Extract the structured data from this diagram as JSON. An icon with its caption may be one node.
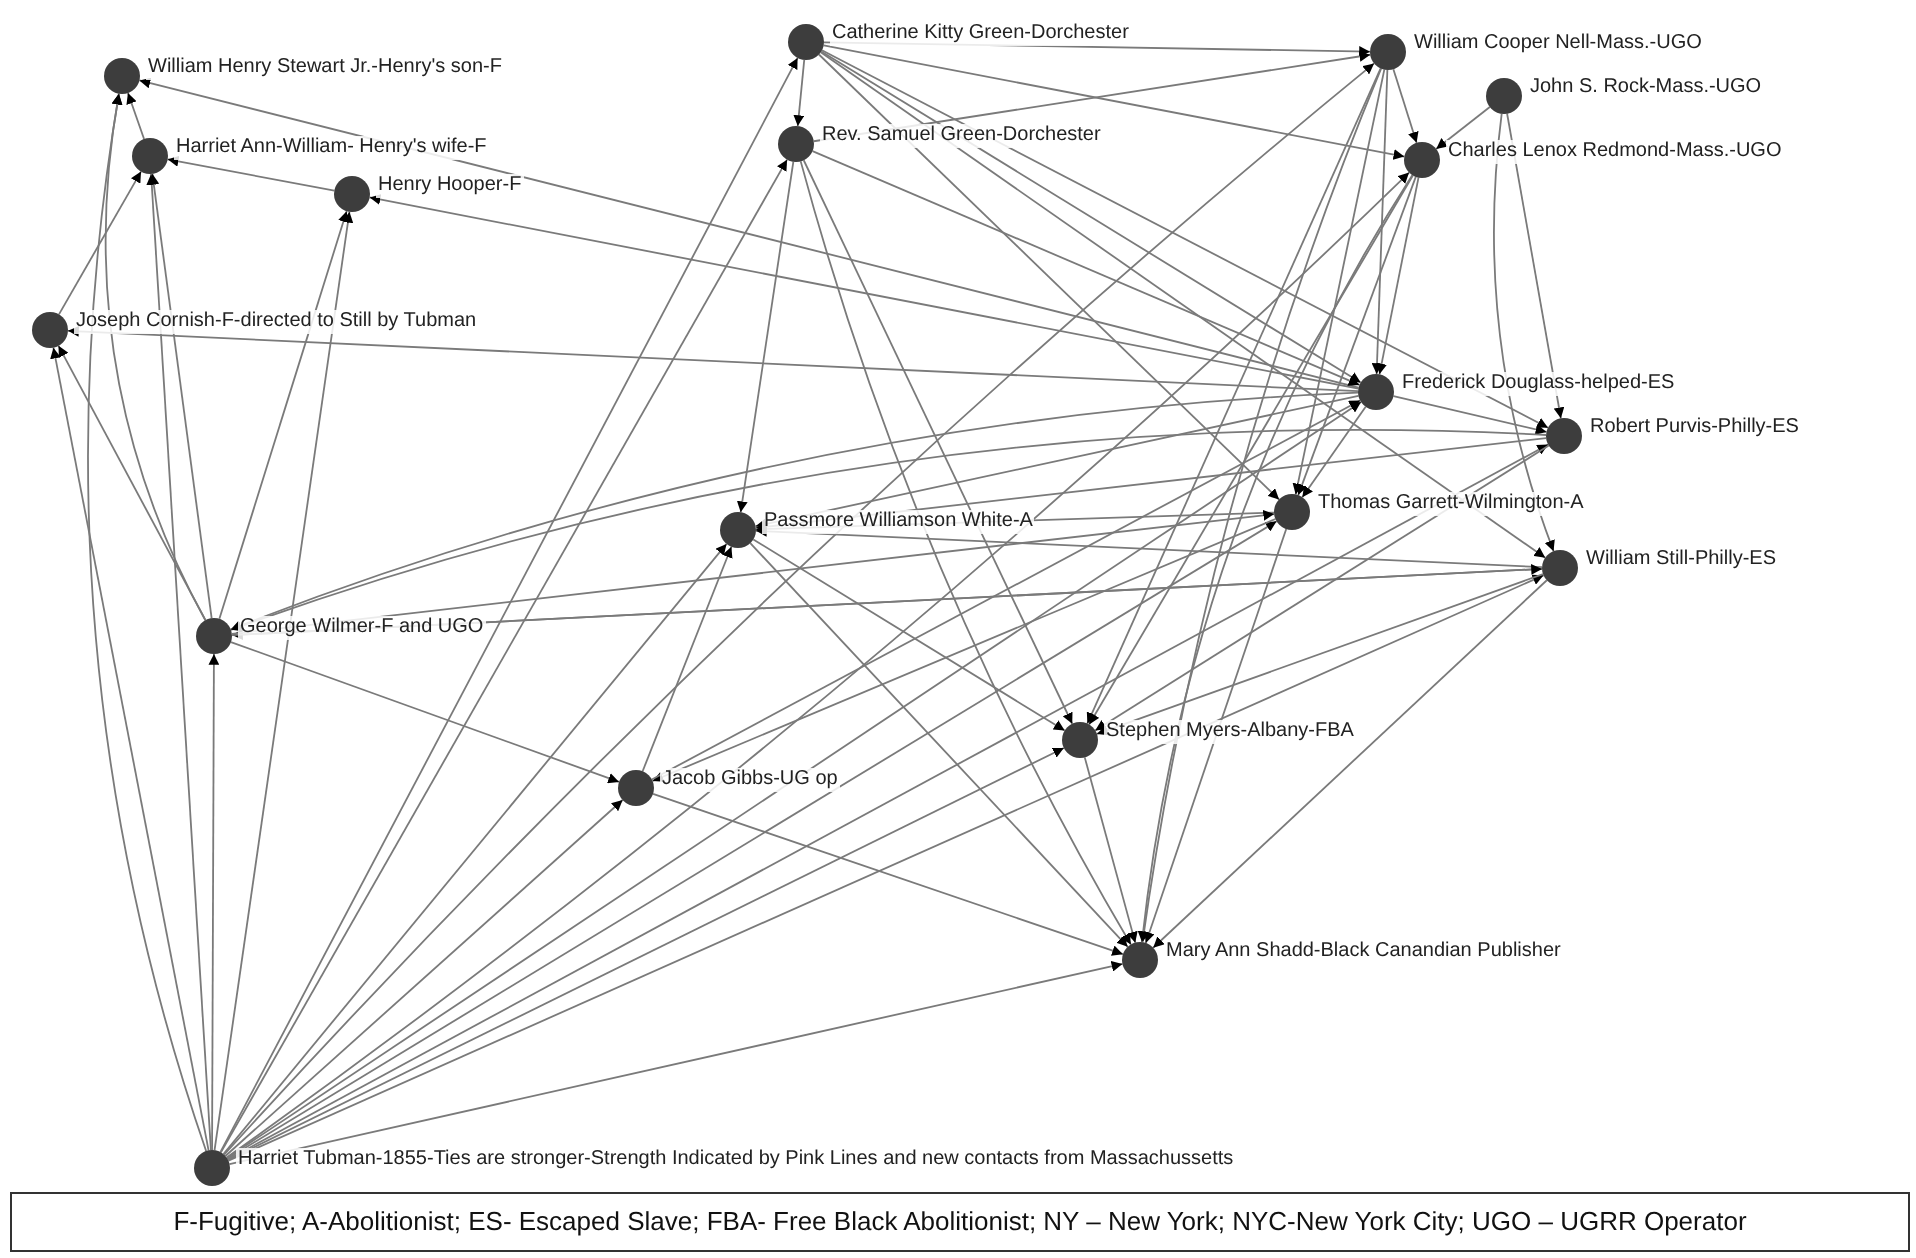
{
  "diagram": {
    "nodes": [
      {
        "text": [],
        "shape": "circle",
        "beside": [
          "William Henry Stewart Jr.-Henry's son-F"
        ]
      },
      {
        "text": [],
        "shape": "circle",
        "beside": [
          "Harriet Ann-William- Henry's wife-F"
        ]
      },
      {
        "text": [],
        "shape": "circle",
        "beside": [
          "Henry Hooper-F"
        ]
      },
      {
        "text": [],
        "shape": "circle",
        "beside": [
          "Joseph Cornish-F-directed to Still by Tubman"
        ]
      },
      {
        "text": [],
        "shape": "circle",
        "beside": [
          "Catherine Kitty Green-Dorchester"
        ]
      },
      {
        "text": [],
        "shape": "circle",
        "beside": [
          "Rev. Samuel Green-Dorchester"
        ]
      },
      {
        "text": [],
        "shape": "circle",
        "beside": [
          "William  Cooper Nell-Mass.-UGO"
        ]
      },
      {
        "text": [],
        "shape": "circle",
        "beside": [
          "John S. Rock-Mass.-UGO"
        ]
      },
      {
        "text": [],
        "shape": "circle",
        "beside": [
          "Charles Lenox Redmond-Mass.-UGO"
        ]
      },
      {
        "text": [],
        "shape": "circle",
        "beside": [
          "Frederick Douglass-helped-ES"
        ]
      },
      {
        "text": [],
        "shape": "circle",
        "beside": [
          "Robert Purvis-Philly-ES"
        ]
      },
      {
        "text": [],
        "shape": "circle",
        "beside": [
          "Passmore Williamson White-A"
        ]
      },
      {
        "text": [],
        "shape": "circle",
        "beside": [
          "Thomas Garrett-Wilmington-A"
        ]
      },
      {
        "text": [],
        "shape": "circle",
        "beside": [
          "William Still-Philly-ES"
        ]
      },
      {
        "text": [],
        "shape": "circle",
        "beside": [
          "George Wilmer-F and UGO"
        ]
      },
      {
        "text": [],
        "shape": "circle",
        "beside": [
          "Stephen Myers-Albany-FBA"
        ]
      },
      {
        "text": [],
        "shape": "circle",
        "beside": [
          "Jacob Gibbs-UG op"
        ]
      },
      {
        "text": [],
        "shape": "circle",
        "beside": [
          "Mary Ann Shadd-Black Canandian Publisher"
        ]
      },
      {
        "text": [],
        "shape": "circle",
        "beside": [
          "Harriet Tubman-1855-Ties are stronger-Strength Indicated by Pink Lines and new contacts from Massachussetts"
        ]
      }
    ],
    "edges": [
      {
        "from": 18,
        "to": 0,
        "arrow": "to"
      },
      {
        "from": 18,
        "to": 1,
        "arrow": "to"
      },
      {
        "from": 18,
        "to": 2,
        "arrow": "to"
      },
      {
        "from": 18,
        "to": 3,
        "arrow": "to"
      },
      {
        "from": 18,
        "to": 14,
        "arrow": "to"
      },
      {
        "from": 18,
        "to": 16,
        "arrow": "to"
      },
      {
        "from": 18,
        "to": 17,
        "arrow": "to"
      },
      {
        "from": 18,
        "to": 11,
        "arrow": "to"
      },
      {
        "from": 18,
        "to": 4,
        "arrow": "to"
      },
      {
        "from": 18,
        "to": 5,
        "arrow": "to"
      },
      {
        "from": 18,
        "to": 9,
        "arrow": "to"
      },
      {
        "from": 18,
        "to": 12,
        "arrow": "to"
      },
      {
        "from": 18,
        "to": 15,
        "arrow": "to"
      },
      {
        "from": 18,
        "to": 6,
        "arrow": "to"
      },
      {
        "from": 18,
        "to": 8,
        "arrow": "to"
      },
      {
        "from": 18,
        "to": 13,
        "arrow": "to"
      },
      {
        "from": 18,
        "to": 10,
        "arrow": "to"
      },
      {
        "from": 2,
        "to": 1,
        "arrow": "to"
      },
      {
        "from": 1,
        "to": 0,
        "arrow": "to"
      },
      {
        "from": 9,
        "to": 2,
        "arrow": "to"
      },
      {
        "from": 9,
        "to": 0,
        "arrow": "to"
      },
      {
        "from": 9,
        "to": 3,
        "arrow": "to"
      },
      {
        "from": 4,
        "to": 5,
        "arrow": "to"
      },
      {
        "from": 6,
        "to": 8,
        "arrow": "to"
      },
      {
        "from": 7,
        "to": 8,
        "arrow": "to"
      },
      {
        "from": 14,
        "to": 16,
        "arrow": "to"
      },
      {
        "from": 16,
        "to": 17,
        "arrow": "to"
      },
      {
        "from": 14,
        "to": 0,
        "arrow": "to"
      },
      {
        "from": 14,
        "to": 1,
        "arrow": "to"
      },
      {
        "from": 14,
        "to": 3,
        "arrow": "to"
      },
      {
        "from": 14,
        "to": 2,
        "arrow": "to"
      },
      {
        "from": 3,
        "to": 1,
        "arrow": "to"
      },
      {
        "from": 4,
        "to": 6,
        "arrow": "to"
      },
      {
        "from": 4,
        "to": 8,
        "arrow": "to"
      },
      {
        "from": 4,
        "to": 9,
        "arrow": "to"
      },
      {
        "from": 4,
        "to": 12,
        "arrow": "to"
      },
      {
        "from": 4,
        "to": 13,
        "arrow": "to"
      },
      {
        "from": 4,
        "to": 10,
        "arrow": "to"
      },
      {
        "from": 5,
        "to": 6,
        "arrow": "to"
      },
      {
        "from": 5,
        "to": 9,
        "arrow": "to"
      },
      {
        "from": 5,
        "to": 11,
        "arrow": "to"
      },
      {
        "from": 5,
        "to": 15,
        "arrow": "to"
      },
      {
        "from": 5,
        "to": 17,
        "arrow": "to"
      },
      {
        "from": 6,
        "to": 9,
        "arrow": "to"
      },
      {
        "from": 6,
        "to": 12,
        "arrow": "to"
      },
      {
        "from": 6,
        "to": 15,
        "arrow": "to"
      },
      {
        "from": 6,
        "to": 17,
        "arrow": "to"
      },
      {
        "from": 8,
        "to": 9,
        "arrow": "to"
      },
      {
        "from": 8,
        "to": 12,
        "arrow": "to"
      },
      {
        "from": 8,
        "to": 15,
        "arrow": "to"
      },
      {
        "from": 8,
        "to": 17,
        "arrow": "to"
      },
      {
        "from": 7,
        "to": 10,
        "arrow": "to"
      },
      {
        "from": 7,
        "to": 13,
        "arrow": "to"
      },
      {
        "from": 9,
        "to": 10,
        "arrow": "to"
      },
      {
        "from": 9,
        "to": 12,
        "arrow": "to"
      },
      {
        "from": 9,
        "to": 11,
        "arrow": "to"
      },
      {
        "from": 9,
        "to": 14,
        "arrow": "to"
      },
      {
        "from": 10,
        "to": 11,
        "arrow": "to"
      },
      {
        "from": 10,
        "to": 14,
        "arrow": "to"
      },
      {
        "from": 10,
        "to": 15,
        "arrow": "to"
      },
      {
        "from": 12,
        "to": 11,
        "arrow": "to"
      },
      {
        "from": 12,
        "to": 16,
        "arrow": "to"
      },
      {
        "from": 13,
        "to": 11,
        "arrow": "to"
      },
      {
        "from": 13,
        "to": 14,
        "arrow": "to"
      },
      {
        "from": 13,
        "to": 15,
        "arrow": "to"
      },
      {
        "from": 11,
        "to": 15,
        "arrow": "to"
      },
      {
        "from": 11,
        "to": 17,
        "arrow": "to"
      },
      {
        "from": 15,
        "to": 17,
        "arrow": "to"
      },
      {
        "from": 16,
        "to": 11,
        "arrow": "to"
      },
      {
        "from": 16,
        "to": 9,
        "arrow": "to"
      },
      {
        "from": 14,
        "to": 12,
        "arrow": "to"
      },
      {
        "from": 14,
        "to": 13,
        "arrow": "to"
      },
      {
        "from": 12,
        "to": 17,
        "arrow": "to"
      },
      {
        "from": 13,
        "to": 17,
        "arrow": "to"
      }
    ],
    "labels": [
      "F-Fugitive; A-Abolitionist; ES- Escaped Slave; FBA- Free Black Abolitionist; NY – New York; NYC-New York City; UGO – UGRR  Operator"
    ]
  }
}
